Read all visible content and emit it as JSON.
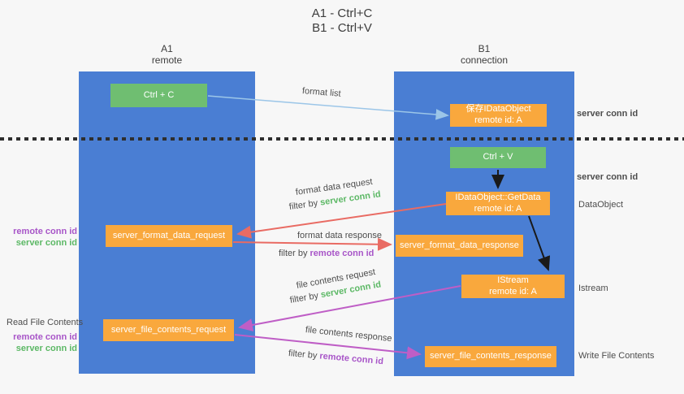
{
  "title": {
    "line1": "A1 - Ctrl+C",
    "line2": "B1 - Ctrl+V"
  },
  "colors": {
    "background": "#f7f7f7",
    "lifeline_blue": "#4a7ed3",
    "node_orange": "#f9a83d",
    "node_green": "#6fbe71",
    "arrow_blue": "#9cc6e8",
    "arrow_red": "#e96b63",
    "arrow_magenta": "#bf5ec6",
    "arrow_black": "#1a1a1a",
    "text_green": "#5cb865",
    "text_purple": "#a855c8",
    "text_gray": "#4d4d4d"
  },
  "lifelines": {
    "a1": {
      "name": "A1",
      "role": "remote"
    },
    "b1": {
      "name": "B1",
      "role": "connection"
    }
  },
  "nodes": {
    "ctrl_c": "Ctrl + C",
    "save_idataobject": {
      "line1": "保存IDataObject",
      "line2": "remote id: A"
    },
    "ctrl_v": "Ctrl + V",
    "getdata": {
      "line1": "IDataObject::GetData",
      "line2": "remote id: A"
    },
    "format_request": "server_format_data_request",
    "format_response": "server_format_data_response",
    "istream": {
      "line1": "IStream",
      "line2": "remote id: A"
    },
    "file_request": "server_file_contents_request",
    "file_response": "server_file_contents_response"
  },
  "messages": {
    "format_list": {
      "label": "format list"
    },
    "format_data_request": {
      "label": "format data request",
      "filter_prefix": "filter by",
      "filter_key": "server conn id"
    },
    "format_data_response": {
      "label": "format data response",
      "filter_prefix": "filter by",
      "filter_key": "remote conn id"
    },
    "file_contents_request": {
      "label": "file contents request",
      "filter_prefix": "filter by",
      "filter_key": "server conn id"
    },
    "file_contents_response": {
      "label": "file contents response",
      "filter_prefix": "filter by",
      "filter_key": "remote conn id"
    }
  },
  "side_labels": {
    "format_left": {
      "remote": "remote conn id",
      "server": "server conn id"
    },
    "read_file_contents": "Read File Contents",
    "file_left": {
      "remote": "remote conn id",
      "server": "server conn id"
    },
    "server_conn_top": "server conn id",
    "server_conn_mid": "server conn id",
    "dataobject": "DataObject",
    "istream": "Istream",
    "write_file_contents": "Write File Contents"
  }
}
